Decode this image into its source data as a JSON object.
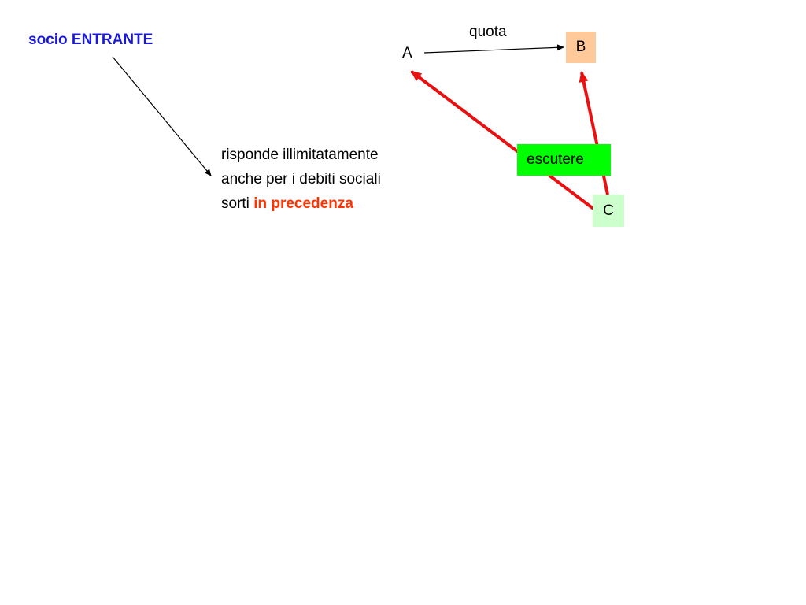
{
  "title": {
    "prefix": "socio ",
    "emphasis": "ENTRANTE",
    "color": "#1a1ad6"
  },
  "description": {
    "line1": "risponde illimitatamente",
    "line2": "anche per i debiti sociali",
    "line3_prefix": "sorti ",
    "line3_highlight": "in precedenza",
    "highlight_color": "#ff3300"
  },
  "diagram": {
    "node_a": "A",
    "node_b": "B",
    "node_c": "C",
    "edge_label": "quota",
    "action_label": "escutere",
    "node_b_color": "#ffc999",
    "node_c_color": "#ccffcc",
    "action_color": "#00ff00",
    "arrow_color": "#e81010"
  }
}
